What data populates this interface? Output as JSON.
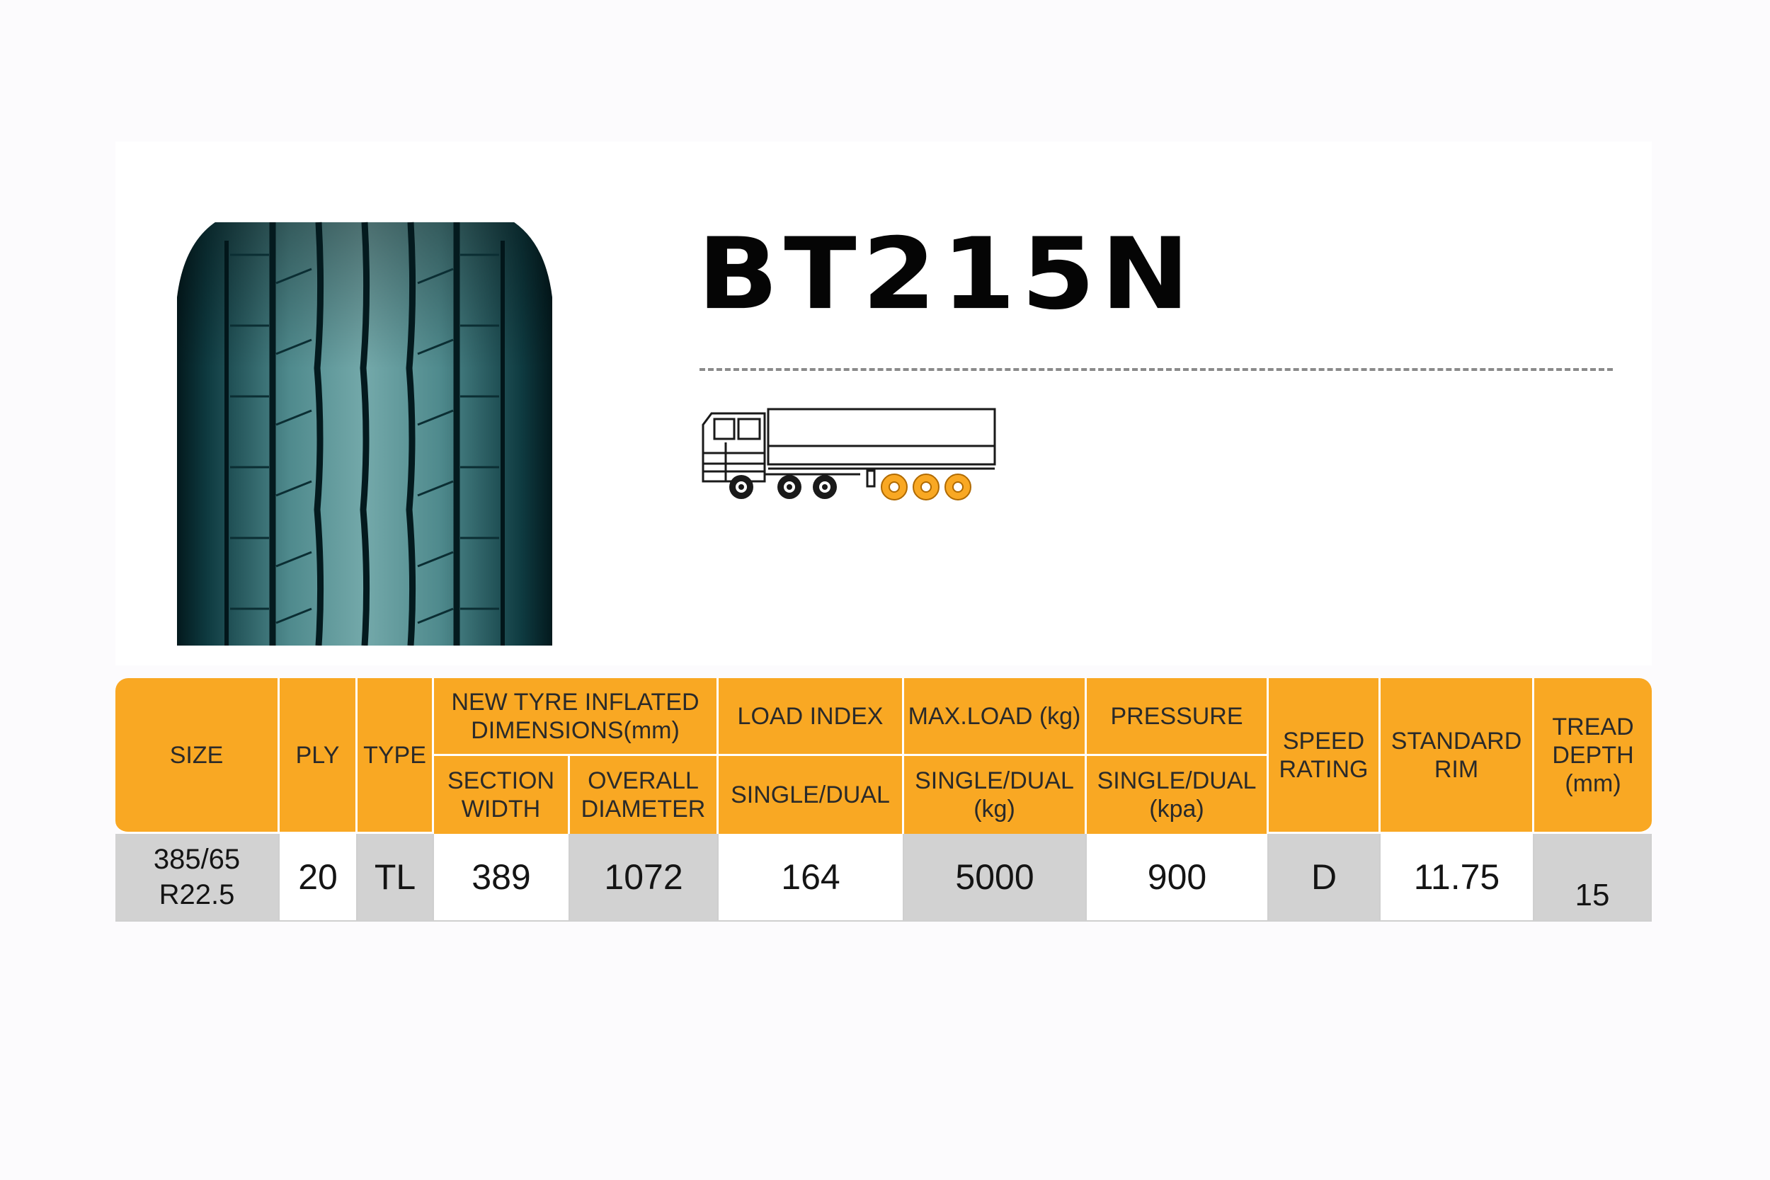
{
  "product": {
    "model": "BT215N",
    "tire_image_icon": "tire-tread-icon",
    "truck_icon": "truck-trailer-icon",
    "colors": {
      "accent": "#f9a823",
      "tread": "#0c2f36",
      "highlight_wheels": "#f9a823"
    }
  },
  "table": {
    "headers": {
      "size": "SIZE",
      "ply": "PLY",
      "type": "TYPE",
      "dimensions": "NEW TYRE INFLATED DIMENSIONS(mm)",
      "section_width": "SECTION WIDTH",
      "overall_diameter": "OVERALL DIAMETER",
      "load_index": "LOAD INDEX",
      "load_index_sub": "SINGLE/DUAL",
      "max_load": "MAX.LOAD (kg)",
      "max_load_sub": "SINGLE/DUAL (kg)",
      "pressure": "PRESSURE",
      "pressure_sub": "SINGLE/DUAL (kpa)",
      "speed_rating": "SPEED RATING",
      "standard_rim": "STANDARD RIM",
      "tread_depth": "TREAD DEPTH (mm)"
    },
    "row": {
      "size_line1": "385/65",
      "size_line2": "R22.5",
      "ply": "20",
      "type": "TL",
      "section_width": "389",
      "overall_diameter": "1072",
      "load_index": "164",
      "max_load": "5000",
      "pressure": "900",
      "speed_rating": "D",
      "standard_rim": "11.75",
      "tread_depth": "15"
    }
  }
}
